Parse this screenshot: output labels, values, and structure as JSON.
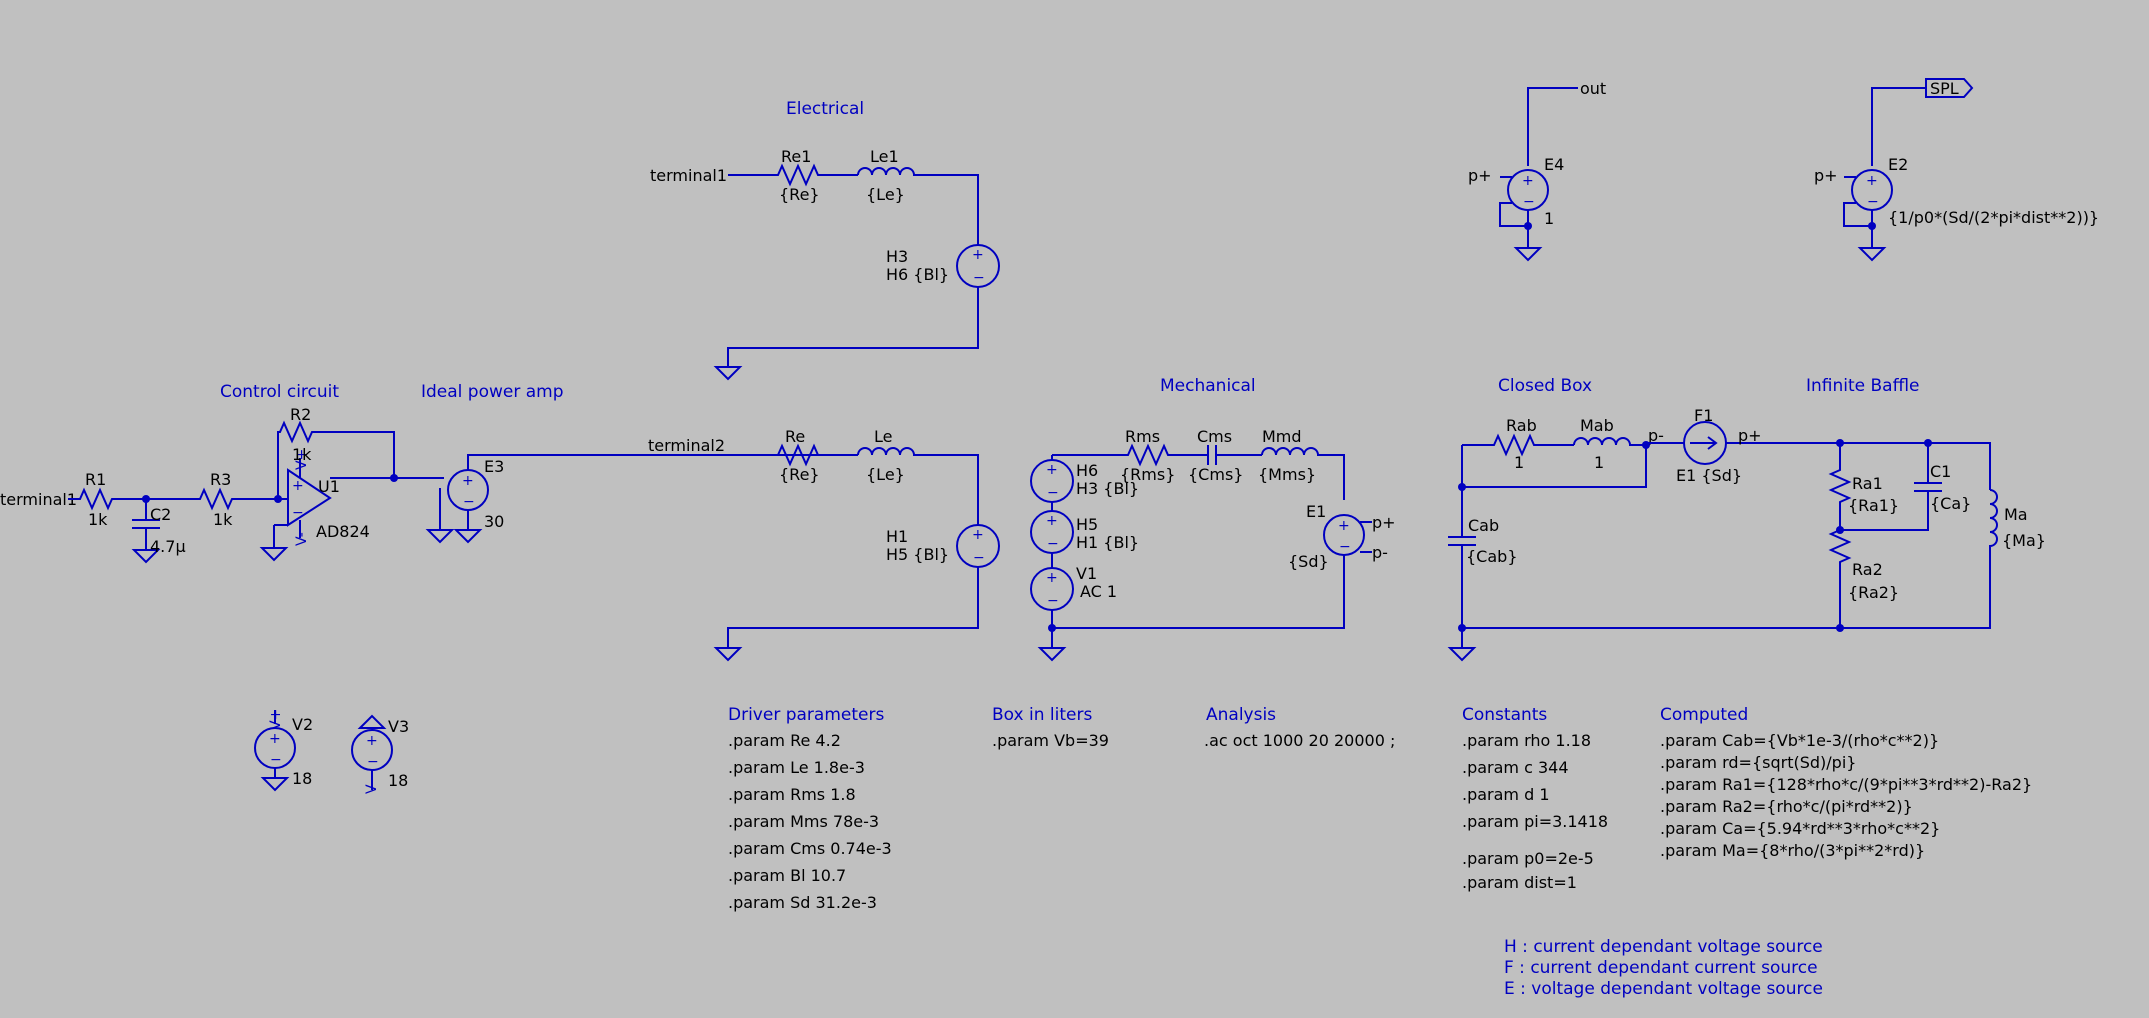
{
  "headings": {
    "electrical": "Electrical",
    "control_circuit": "Control circuit",
    "ideal_power_amp": "Ideal power amp",
    "mechanical": "Mechanical",
    "closed_box": "Closed Box",
    "infinite_baffle": "Infinite Baffle",
    "driver_parameters": "Driver parameters",
    "box_in_liters": "Box in liters",
    "analysis": "Analysis",
    "constants": "Constants",
    "computed": "Computed"
  },
  "nets": {
    "terminal1_top": "terminal1",
    "terminal1_left": "terminal1",
    "terminal2": "terminal2",
    "out": "out",
    "spl": "SPL",
    "p_plus_e1": "p+",
    "p_minus_e1": "p-",
    "p_minus_box": "p-",
    "p_plus_baffle": "p+",
    "p_plus_e4": "p+",
    "p_plus_e2": "p+"
  },
  "components": {
    "re1": {
      "ref": "Re1",
      "value": "{Re}"
    },
    "le1": {
      "ref": "Le1",
      "value": "{Le}"
    },
    "h3": {
      "ref": "H3",
      "value": "H6 {Bl}"
    },
    "re": {
      "ref": "Re",
      "value": "{Re}"
    },
    "le": {
      "ref": "Le",
      "value": "{Le}"
    },
    "h1": {
      "ref": "H1",
      "value": "H5 {Bl}"
    },
    "r1": {
      "ref": "R1",
      "value": "1k"
    },
    "c2": {
      "ref": "C2",
      "value": "4.7µ"
    },
    "r3": {
      "ref": "R3",
      "value": "1k"
    },
    "r2": {
      "ref": "R2",
      "value": "1k"
    },
    "u1": {
      "ref": "U1",
      "value": "AD824"
    },
    "e3": {
      "ref": "E3",
      "value": "30"
    },
    "h6": {
      "ref": "H6",
      "value": "H3 {Bl}"
    },
    "h5": {
      "ref": "H5",
      "value": "H1 {Bl}"
    },
    "v1": {
      "ref": "V1",
      "value": "AC 1"
    },
    "rms": {
      "ref": "Rms",
      "value": "{Rms}"
    },
    "cms": {
      "ref": "Cms",
      "value": "{Cms}"
    },
    "mmd": {
      "ref": "Mmd",
      "value": "{Mms}"
    },
    "e1": {
      "ref": "E1",
      "value": "{Sd}"
    },
    "rab": {
      "ref": "Rab",
      "value": "1"
    },
    "mab": {
      "ref": "Mab",
      "value": "1"
    },
    "cab": {
      "ref": "Cab",
      "value": "{Cab}"
    },
    "f1": {
      "ref": "F1",
      "value": "E1 {Sd}"
    },
    "ra1": {
      "ref": "Ra1",
      "value": "{Ra1}"
    },
    "ra2": {
      "ref": "Ra2",
      "value": "{Ra2}"
    },
    "c1": {
      "ref": "C1",
      "value": "{Ca}"
    },
    "ma": {
      "ref": "Ma",
      "value": "{Ma}"
    },
    "e4": {
      "ref": "E4",
      "value": "1"
    },
    "e2": {
      "ref": "E2",
      "value": "{1/p0*(Sd/(2*pi*dist**2))}"
    },
    "v2": {
      "ref": "V2",
      "value": "18"
    },
    "v3": {
      "ref": "V3",
      "value": "18"
    }
  },
  "opamp_pins": {
    "vplus": "V+",
    "vminus": "V-"
  },
  "supply_pins": {
    "v2_vplus": "V+",
    "v3_vminus": "V-"
  },
  "directives": {
    "driver": [
      ".param Re 4.2",
      ".param Le 1.8e-3",
      ".param Rms 1.8",
      ".param Mms 78e-3",
      ".param Cms 0.74e-3",
      ".param Bl 10.7",
      ".param Sd  31.2e-3"
    ],
    "box": [
      ".param Vb=39"
    ],
    "analysis": [
      ".ac oct 1000 20 20000 ;"
    ],
    "constants": [
      ".param rho 1.18",
      ".param c 344",
      ".param d 1",
      ".param pi=3.1418"
    ],
    "constants2": [
      ".param p0=2e-5",
      ".param dist=1"
    ],
    "computed": [
      ".param Cab={Vb*1e-3/(rho*c**2)}",
      ".param rd={sqrt(Sd)/pi}",
      ".param Ra1={128*rho*c/(9*pi**3*rd**2)-Ra2}",
      ".param Ra2={rho*c/(pi*rd**2)}",
      ".param Ca={5.94*rd**3*rho*c**2}",
      ".param Ma={8*rho/(3*pi**2*rd)}"
    ]
  },
  "legend": [
    "H : current dependant voltage source",
    "F : current dependant current source",
    "E : voltage dependant voltage source"
  ],
  "colors": {
    "background": "#c0c0c0",
    "wire": "#0000c0",
    "label": "#000000"
  }
}
